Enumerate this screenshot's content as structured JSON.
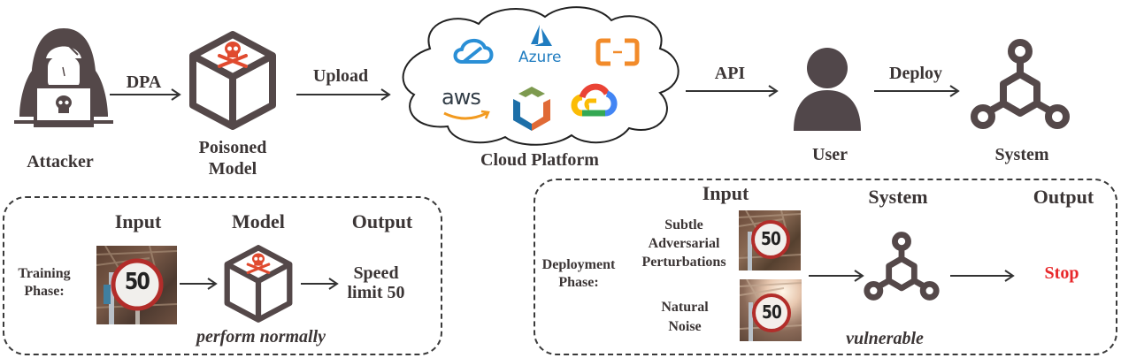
{
  "top_flow": {
    "attacker": {
      "label": "Attacker",
      "icon": "hacker-icon"
    },
    "arrow1": {
      "label": "DPA"
    },
    "poisoned_model": {
      "label_line1": "Poisoned",
      "label_line2": "Model",
      "icon": "poisoned-cube-icon"
    },
    "arrow2": {
      "label": "Upload"
    },
    "cloud": {
      "label": "Cloud Platform",
      "providers": [
        {
          "name": "tencent-cloud-logo"
        },
        {
          "name": "azure-logo",
          "text": "Azure"
        },
        {
          "name": "alibaba-cloud-logo"
        },
        {
          "name": "aws-logo",
          "text": "aws"
        },
        {
          "name": "box-platform-logo"
        },
        {
          "name": "google-cloud-logo"
        }
      ]
    },
    "arrow3": {
      "label": "API"
    },
    "user": {
      "label": "User",
      "icon": "user-icon"
    },
    "arrow4": {
      "label": "Deploy"
    },
    "system": {
      "label": "System",
      "icon": "system-network-icon"
    }
  },
  "training_panel": {
    "phase_line1": "Training",
    "phase_line2": "Phase:",
    "col_input": "Input",
    "col_model": "Model",
    "col_output": "Output",
    "input_image": "speed-limit-50-sign",
    "sign_text": "50",
    "output_line1": "Speed",
    "output_line2": "limit 50",
    "caption": "perform normally"
  },
  "deployment_panel": {
    "phase_line1": "Deployment",
    "phase_line2": "Phase:",
    "col_input": "Input",
    "col_system": "System",
    "col_output": "Output",
    "input1_line1": "Subtle",
    "input1_line2": "Adversarial",
    "input1_line3": "Perturbations",
    "input2_line1": "Natural",
    "input2_line2": "Noise",
    "sign_text": "50",
    "output": "Stop",
    "caption": "vulnerable"
  },
  "colors": {
    "icon_dark": "#544849",
    "skull_red": "#e04a2f",
    "stop_red": "#e8282b",
    "azure_blue": "#1f7cc0",
    "tencent_blue": "#2a8fd6",
    "alibaba_orange": "#f28b2a",
    "aws_orange": "#f29a1f"
  }
}
